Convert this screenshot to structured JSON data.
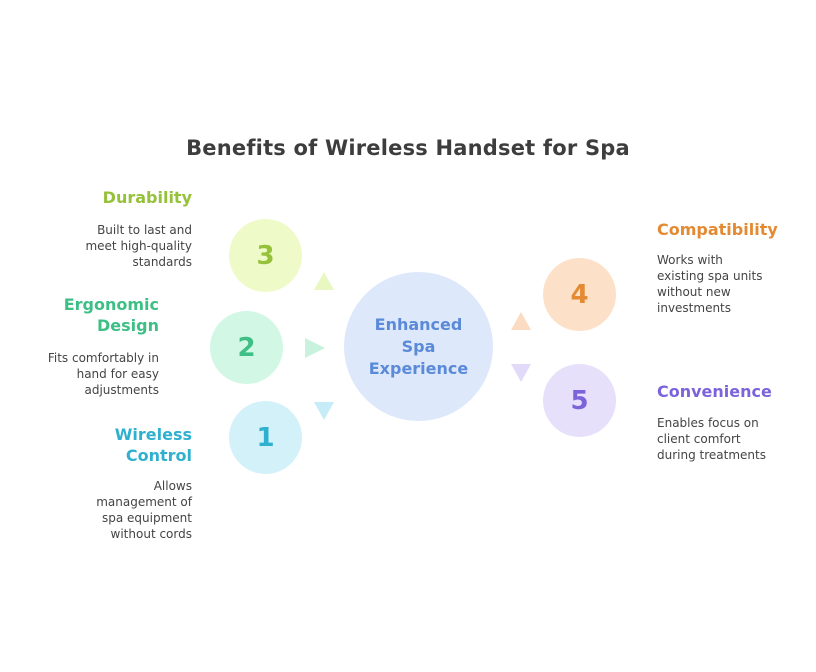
{
  "title": "Benefits of Wireless Handset for Spa",
  "center": {
    "label": "Enhanced Spa Experience",
    "line1": "Enhanced",
    "line2": "Spa",
    "line3": "Experience",
    "color": "#5b8ad8",
    "fill": "#dde8fb"
  },
  "benefits": [
    {
      "number": "3",
      "heading": "Durability",
      "heading_lines": [
        "Durability"
      ],
      "desc_lines": [
        "Built to last and",
        "meet high-quality",
        "standards"
      ],
      "color": "#96c13a",
      "fill": "#eefbc9"
    },
    {
      "number": "2",
      "heading": "Ergonomic Design",
      "heading_lines": [
        "Ergonomic",
        "Design"
      ],
      "desc_lines": [
        "Fits comfortably in",
        "hand for easy",
        "adjustments"
      ],
      "color": "#3dbf86",
      "fill": "#d2f7e5"
    },
    {
      "number": "1",
      "heading": "Wireless Control",
      "heading_lines": [
        "Wireless",
        "Control"
      ],
      "desc_lines": [
        "Allows",
        "management of",
        "spa equipment",
        "without cords"
      ],
      "color": "#2fb0cf",
      "fill": "#d3f1f9"
    },
    {
      "number": "4",
      "heading": "Compatibility",
      "heading_lines": [
        "Compatibility"
      ],
      "desc_lines": [
        "Works with",
        "existing spa units",
        "without new",
        "investments"
      ],
      "color": "#e38a33",
      "fill": "#fde0c8"
    },
    {
      "number": "5",
      "heading": "Convenience",
      "heading_lines": [
        "Convenience"
      ],
      "desc_lines": [
        "Enables focus on",
        "client comfort",
        "during treatments"
      ],
      "color": "#7b63dc",
      "fill": "#e6e0fb"
    }
  ]
}
